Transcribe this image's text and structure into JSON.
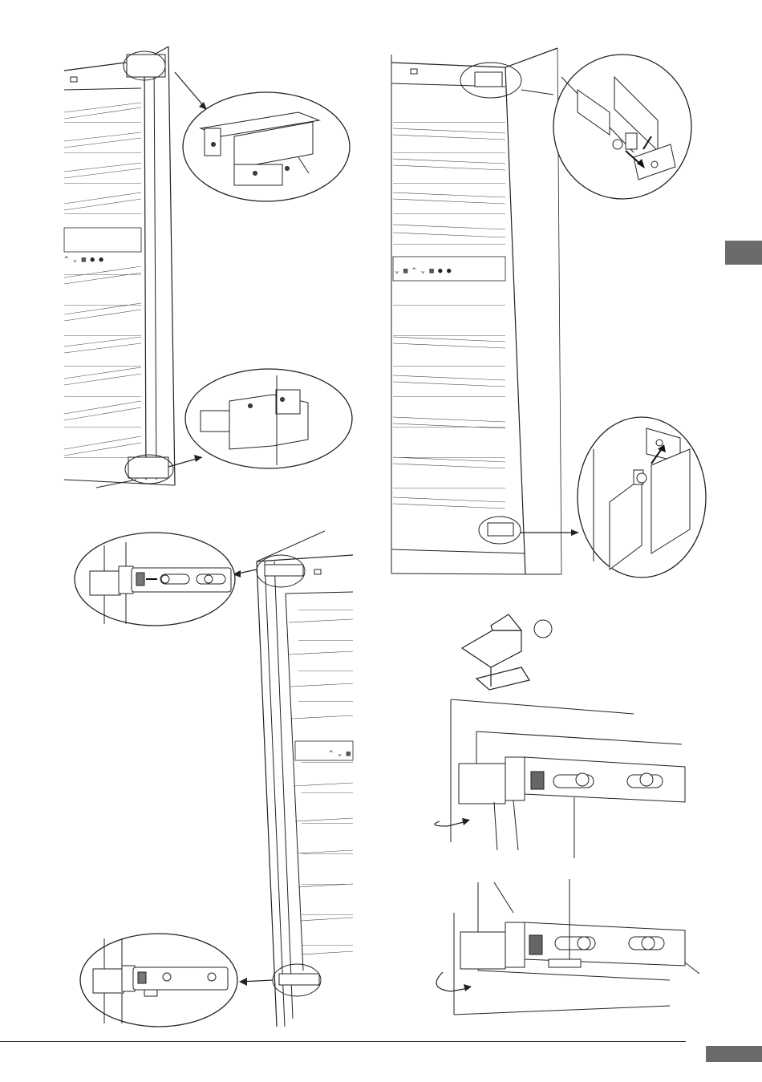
{
  "page": {
    "kind": "installation-manual-illustration-page",
    "tabs": {
      "side_tab_color": "#6b6b6b",
      "bottom_tab_color": "#6b6b6b"
    }
  },
  "figures": [
    {
      "id": "fig-top-left",
      "subject": "cabinet-left-side-hinge-brackets"
    },
    {
      "id": "fig-top-right",
      "subject": "cabinet-right-side-hinge-brackets-with-screws"
    },
    {
      "id": "fig-bottom-left",
      "subject": "open-cabinet-hinge-adjustment"
    },
    {
      "id": "fig-bottom-right",
      "subject": "hinge-bracket-rotation-detail"
    }
  ],
  "panel_labels": {
    "left_top": "^ ⌄ ▦ ● ●",
    "right_top": "⌄ ▦ ^ ⌄ ▦ ● ●",
    "bottom_left": "^ ⌄ ▦"
  }
}
